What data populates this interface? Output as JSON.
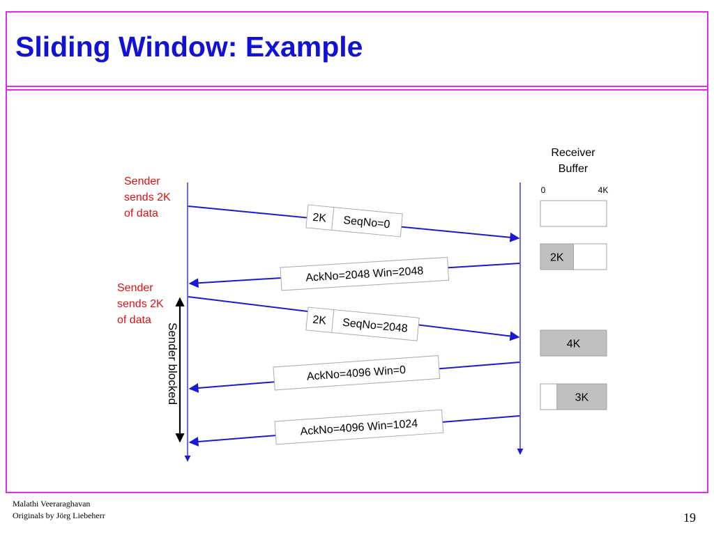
{
  "title": "Sliding Window: Example",
  "diagram": {
    "receiver_heading": [
      "Receiver",
      "Buffer"
    ],
    "buffer_scale": {
      "start": "0",
      "end": "4K"
    },
    "sender_notes": [
      [
        "Sender",
        "sends 2K",
        "of data"
      ],
      [
        "Sender",
        "sends 2K",
        "of data"
      ]
    ],
    "messages": [
      {
        "direction": "sender-to-receiver",
        "size_label": "2K",
        "label": "SeqNo=0"
      },
      {
        "direction": "receiver-to-sender",
        "label": "AckNo=2048 Win=2048"
      },
      {
        "direction": "sender-to-receiver",
        "size_label": "2K",
        "label": "SeqNo=2048"
      },
      {
        "direction": "receiver-to-sender",
        "label": "AckNo=4096 Win=0"
      },
      {
        "direction": "receiver-to-sender",
        "label": "AckNo=4096 Win=1024"
      }
    ],
    "buffer_states": [
      {
        "label": "",
        "filled_fraction": 0
      },
      {
        "label": "2K",
        "filled_fraction": 0.5
      },
      {
        "label": "4K",
        "filled_fraction": 1
      },
      {
        "label": "3K",
        "filled_fraction": 0.75
      }
    ],
    "blocked_label": "Sender blocked"
  },
  "colors": {
    "frame": "#e22be2",
    "title": "#1212d6",
    "arrow": "#1a1ad4",
    "note": "#e01010",
    "buffer_fill": "#c0c0c0",
    "buffer_border": "#a0a0a0"
  },
  "footer": {
    "author": "Malathi Veeraraghavan",
    "credit": "Originals by Jörg Liebeherr",
    "page_number": "19"
  }
}
